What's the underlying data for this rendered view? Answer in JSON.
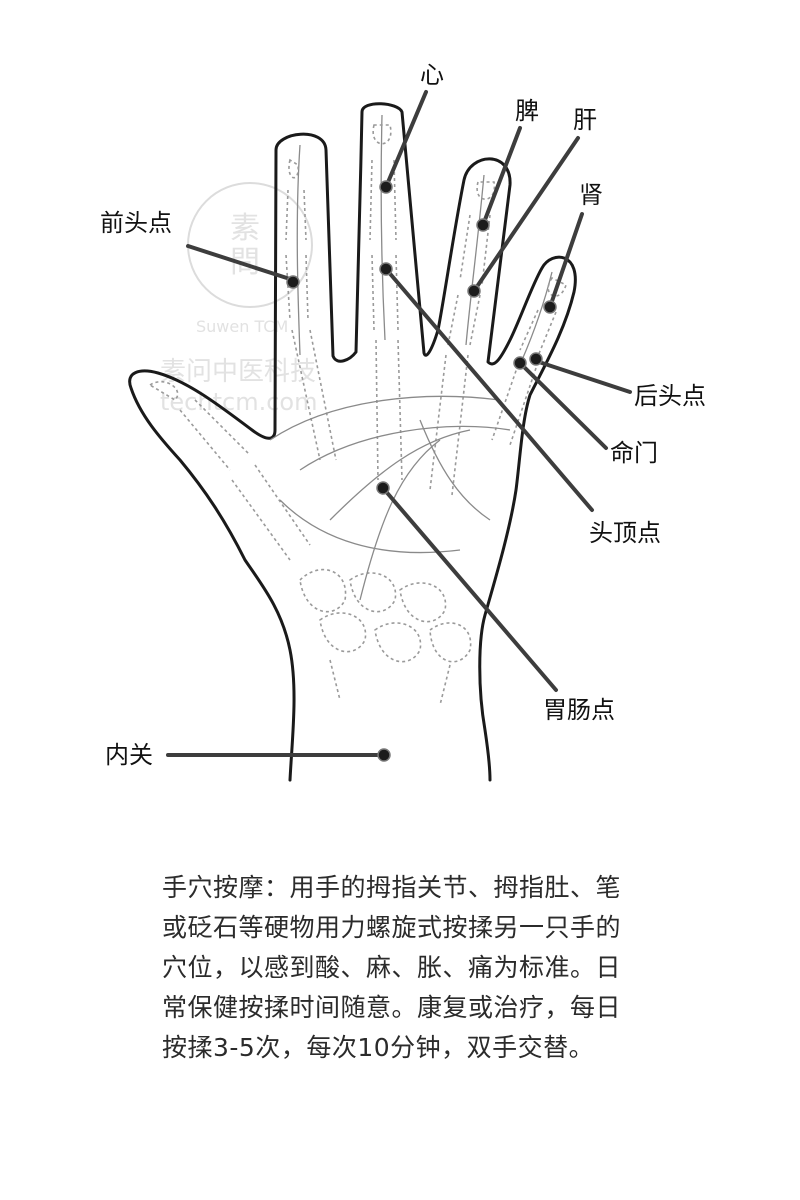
{
  "watermark": {
    "seal_char_top": "素",
    "seal_char_bottom": "問",
    "brand_en": "Suwen TCM",
    "brand_cn": "素问中医科技",
    "site": "techtcm.com"
  },
  "points": [
    {
      "id": "xin",
      "label": "心"
    },
    {
      "id": "pi",
      "label": "脾"
    },
    {
      "id": "gan",
      "label": "肝"
    },
    {
      "id": "shen",
      "label": "肾"
    },
    {
      "id": "qiantoudian",
      "label": "前头点"
    },
    {
      "id": "houtoudian",
      "label": "后头点"
    },
    {
      "id": "mingmen",
      "label": "命门"
    },
    {
      "id": "toudingdian",
      "label": "头顶点"
    },
    {
      "id": "weichangdian",
      "label": "胃肠点"
    },
    {
      "id": "neiguan",
      "label": "内关"
    }
  ],
  "description": "手穴按摩：用手的拇指关节、拇指肚、笔或砭石等硬物用力螺旋式按揉另一只手的穴位，以感到酸、麻、胀、痛为标准。日常保健按揉时间随意。康复或治疗，每日按揉3-5次，每次10分钟，双手交替。"
}
